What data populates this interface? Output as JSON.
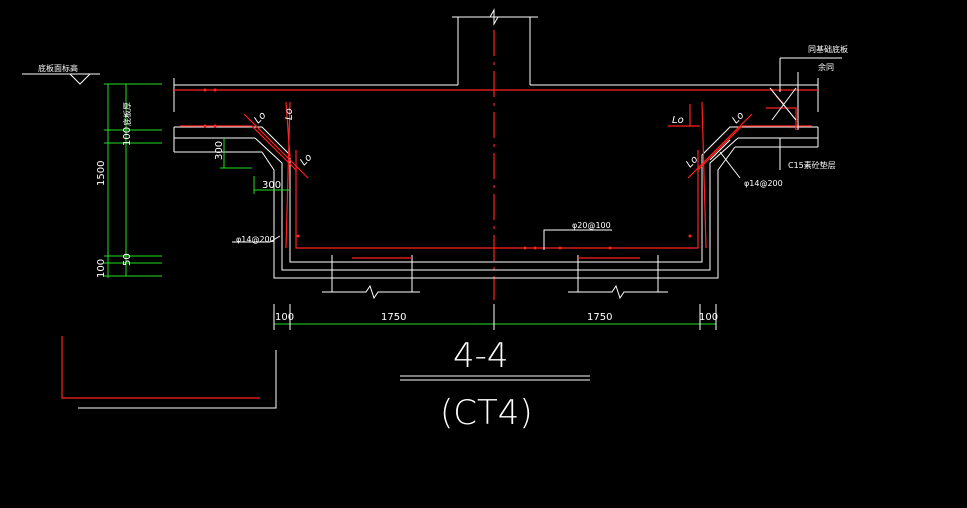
{
  "title": "4-4",
  "subtitle": "(CT4)",
  "annotations": {
    "ground_level": "底板面标高",
    "cushion": "C15素砼垫层",
    "pour_label": "同基础底板",
    "cover": "余同",
    "slab_label": "底板厚",
    "rebar_wall": "φ14@200",
    "rebar_wall_right": "φ14@200",
    "rebar_bottom": "φ20@100",
    "lo": "Lo"
  },
  "dimensions": {
    "vertical_total": "1500",
    "vertical_100_top": "100",
    "vertical_50": "50",
    "vertical_100_bottom": "100",
    "horiz_300_a": "300",
    "horiz_300_b": "300",
    "left_100": "100",
    "left_1750": "1750",
    "right_1750": "1750",
    "right_100": "100"
  },
  "colors": {
    "background": "#000000",
    "outline": "#ffffff",
    "rebar": "#ff2020",
    "dimension": "#22dd22"
  }
}
